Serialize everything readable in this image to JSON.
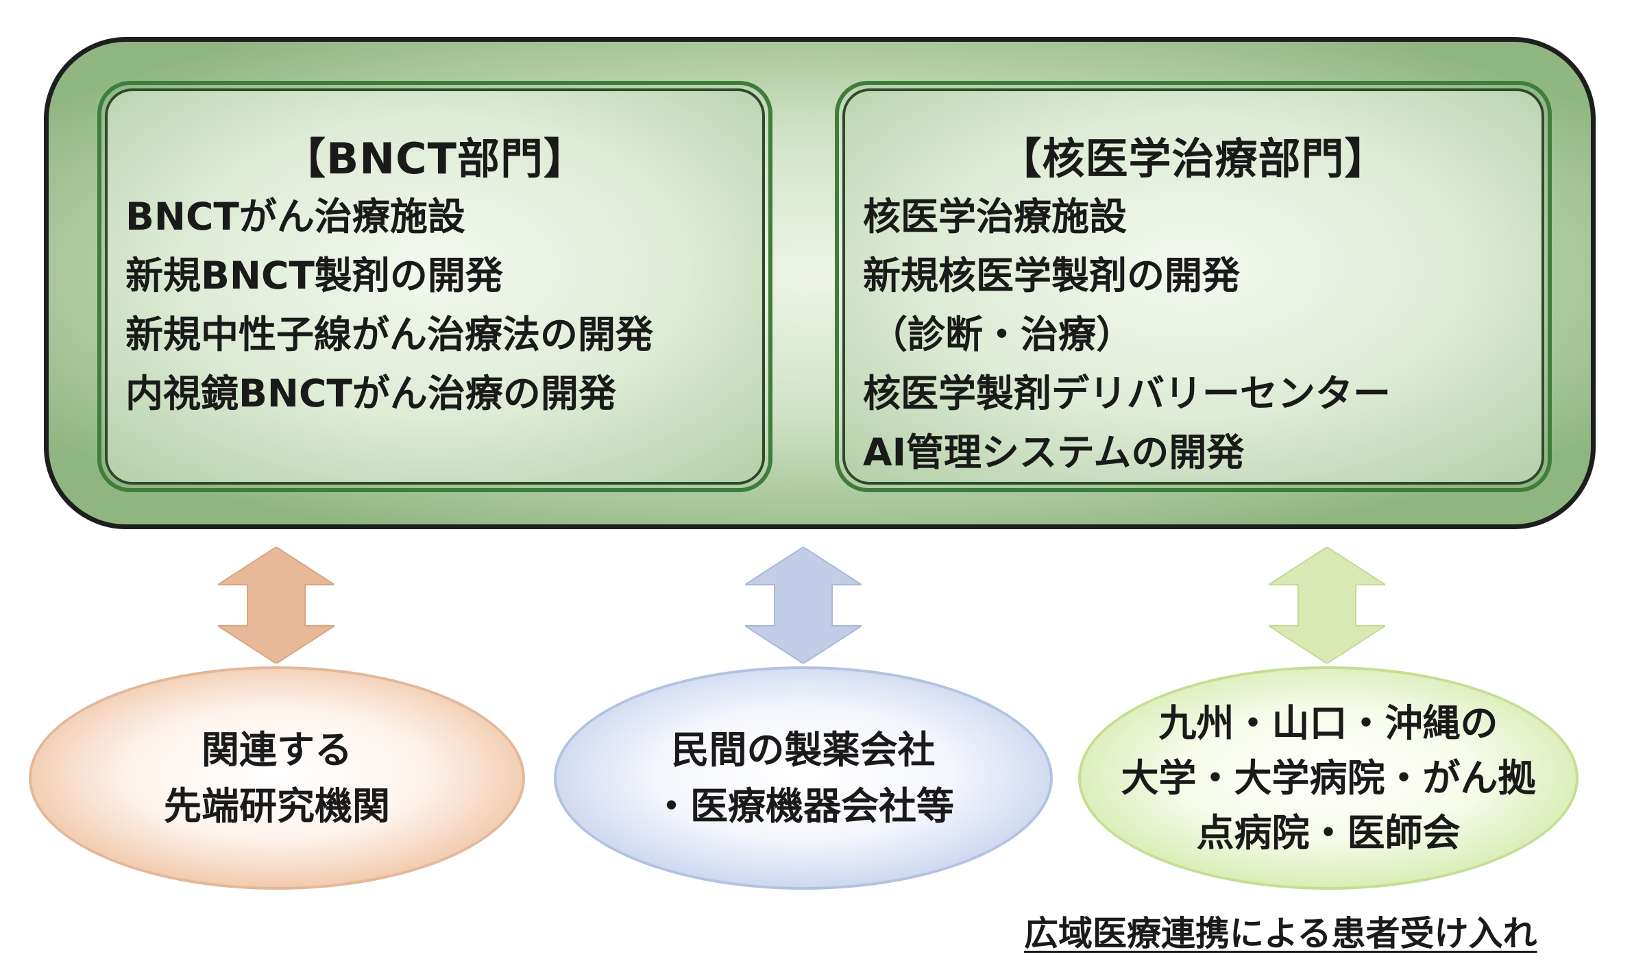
{
  "colors": {
    "outer_border": "#1e1e1e",
    "panel_border": "#3f7d3c",
    "green_fill": "#cfe2c3",
    "arrow_orange": "#e7b999",
    "arrow_blue": "#c3cde7",
    "arrow_green": "#d9e9b3",
    "ellipse_orange_border": "#e2b89b",
    "ellipse_blue_border": "#b3c2e3",
    "ellipse_green_border": "#c5de92"
  },
  "left_panel": {
    "title": "【BNCT部門】",
    "items": [
      "BNCTがん治療施設",
      "新規BNCT製剤の開発",
      "新規中性子線がん治療法の開発",
      "内視鏡BNCTがん治療の開発"
    ]
  },
  "right_panel": {
    "title": "【核医学治療部門】",
    "items": [
      "核医学治療施設",
      "新規核医学製剤の開発",
      "（診断・治療）",
      "核医学製剤デリバリーセンター",
      "AI管理システムの開発"
    ]
  },
  "partners": [
    {
      "lines": [
        "関連する",
        "先端研究機関"
      ]
    },
    {
      "lines": [
        "民間の製薬会社",
        "・医療機器会社等"
      ]
    },
    {
      "lines": [
        "九州・山口・沖縄の",
        "大学・大学病院・がん拠",
        "点病院・医師会"
      ]
    }
  ],
  "footer_note": "広域医療連携による患者受け入れ"
}
